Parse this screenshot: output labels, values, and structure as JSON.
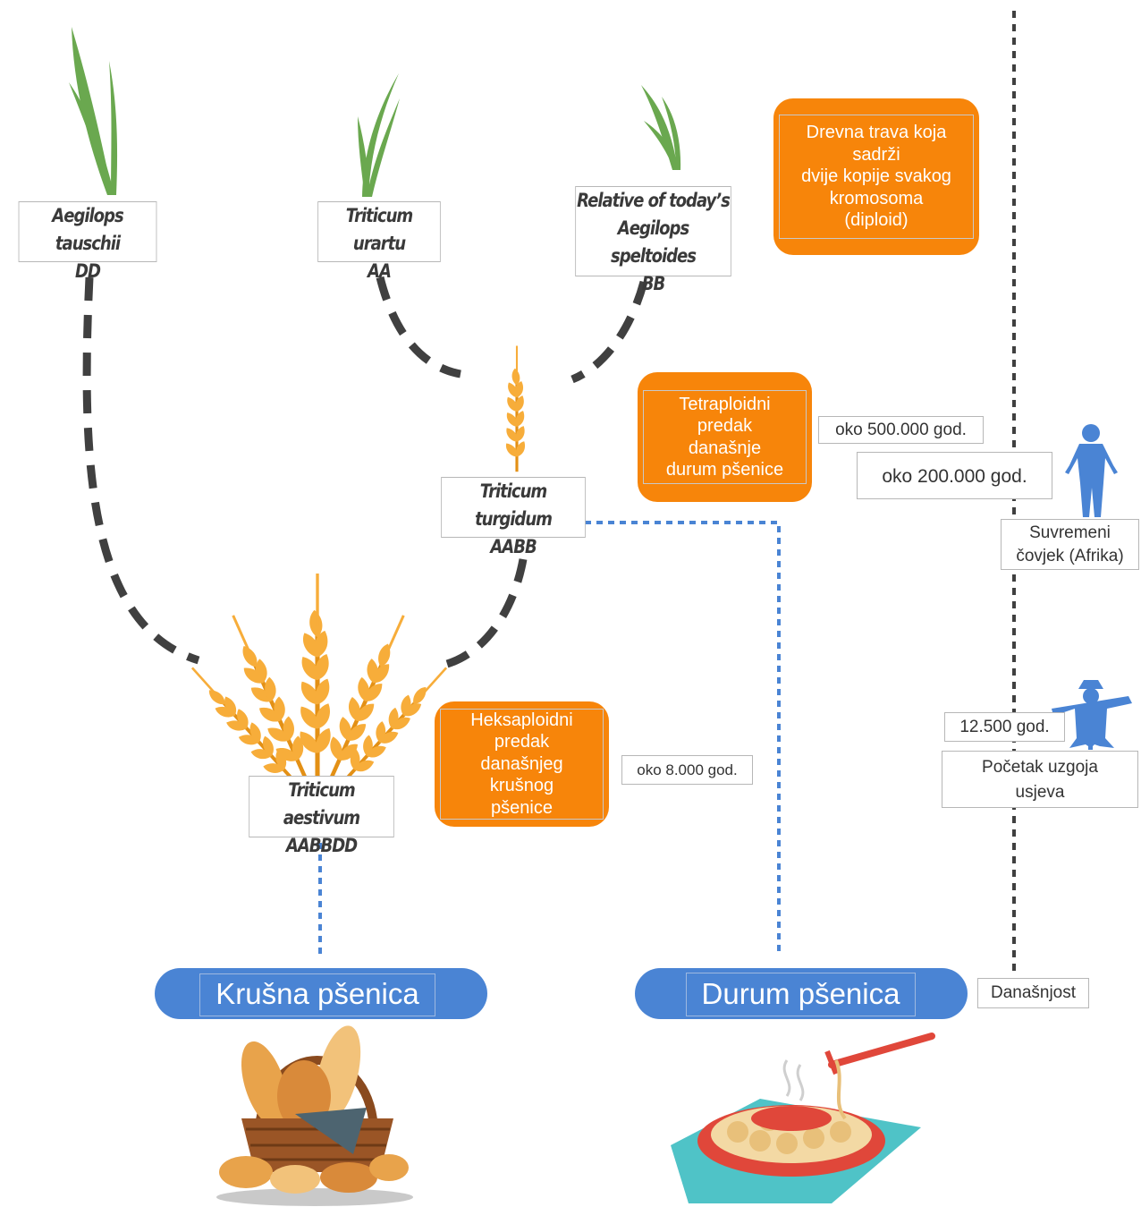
{
  "species": {
    "tauschii": {
      "name": "Aegilops tauschii",
      "genome": "DD"
    },
    "urartu": {
      "name": "Triticum urartu",
      "genome": "AA"
    },
    "speltoides": {
      "line1": "Relative of today’s",
      "line2": "Aegilops speltoides",
      "genome": "BB"
    },
    "turgidum": {
      "name": "Triticum turgidum",
      "genome": "AABB"
    },
    "aestivum": {
      "name": "Triticum aestivum",
      "genome": "AABBDD"
    }
  },
  "notes": {
    "diploid": [
      "Drevna trava koja",
      "sadrži",
      "dvije kopije svakog",
      "kromosoma",
      "(diploid)"
    ],
    "tetraploid": [
      "Tetraploidni",
      "predak",
      "današnje",
      "durum pšenice"
    ],
    "hexaploid": [
      "Heksaploidni",
      "predak",
      "današnjeg",
      "krušnog",
      "pšenice"
    ]
  },
  "timeline": {
    "t500k": "oko 500.000 god.",
    "t200k": "oko 200.000 god.",
    "human_line1": "Suvremeni",
    "human_line2": "čovjek (Afrika)",
    "t8k": "oko 8.000 god.",
    "t12k": "12.500 god.",
    "crops_line1": "Početak uzgoja",
    "crops_line2": "usjeva",
    "today": "Današnjost"
  },
  "products": {
    "bread": "Krušna pšenica",
    "durum": "Durum pšenica"
  },
  "colors": {
    "orange": "#f7850a",
    "blue": "#4a84d4",
    "grass": "#6aa84f",
    "wheat": "#f4a52c",
    "dash": "#404040"
  }
}
